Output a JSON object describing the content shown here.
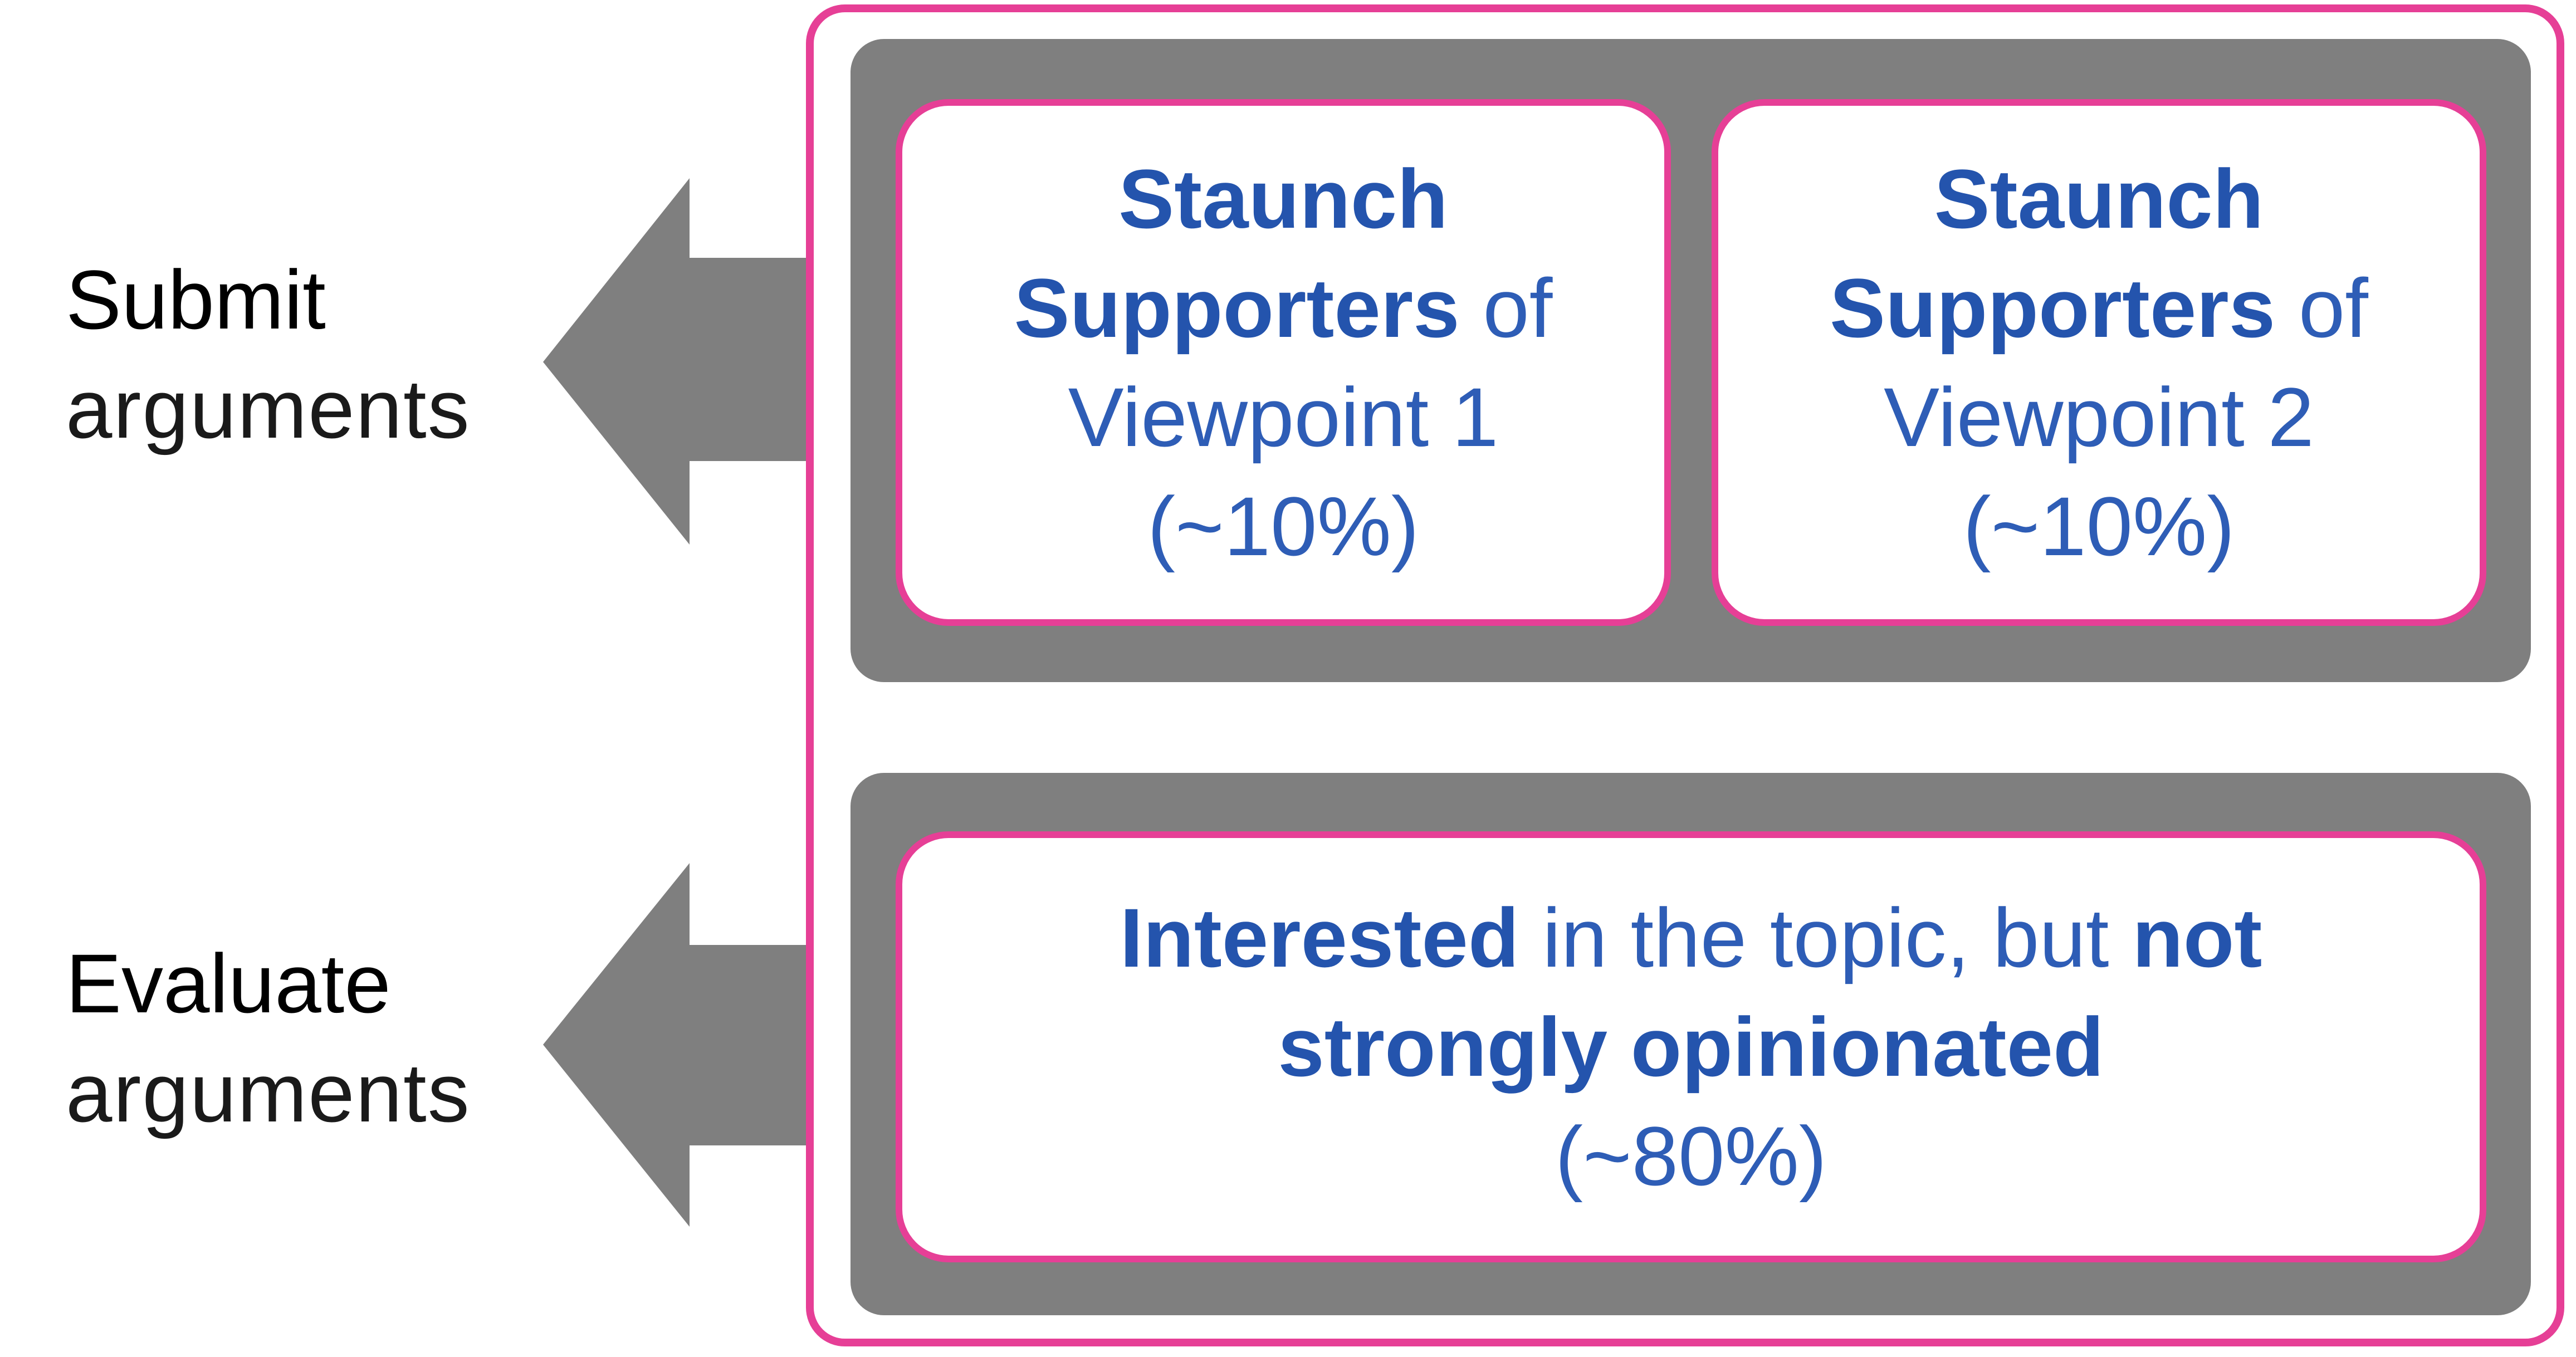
{
  "colors": {
    "frame_border": "#e63f96",
    "group_fill": "#7f7f7f",
    "card_text": "#2856b0",
    "arrow_fill": "#7f7f7f"
  },
  "left_labels": {
    "submit": {
      "line1": "Submit",
      "line2": "arguments"
    },
    "evaluate": {
      "line1": "Evaluate",
      "line2": "arguments"
    }
  },
  "cards": {
    "viewpoint1": {
      "w1": "Staunch",
      "w2": "Supporters",
      "w3": "of",
      "w4": "Viewpoint 1",
      "w5": "(~10%)"
    },
    "viewpoint2": {
      "w1": "Staunch",
      "w2": "Supporters",
      "w3": "of",
      "w4": "Viewpoint 2",
      "w5": "(~10%)"
    },
    "interested": {
      "w1": "Interested",
      "w2": "in the topic, but",
      "w3": "not",
      "w4": "strongly opinionated",
      "w5": "(~80%)"
    }
  }
}
